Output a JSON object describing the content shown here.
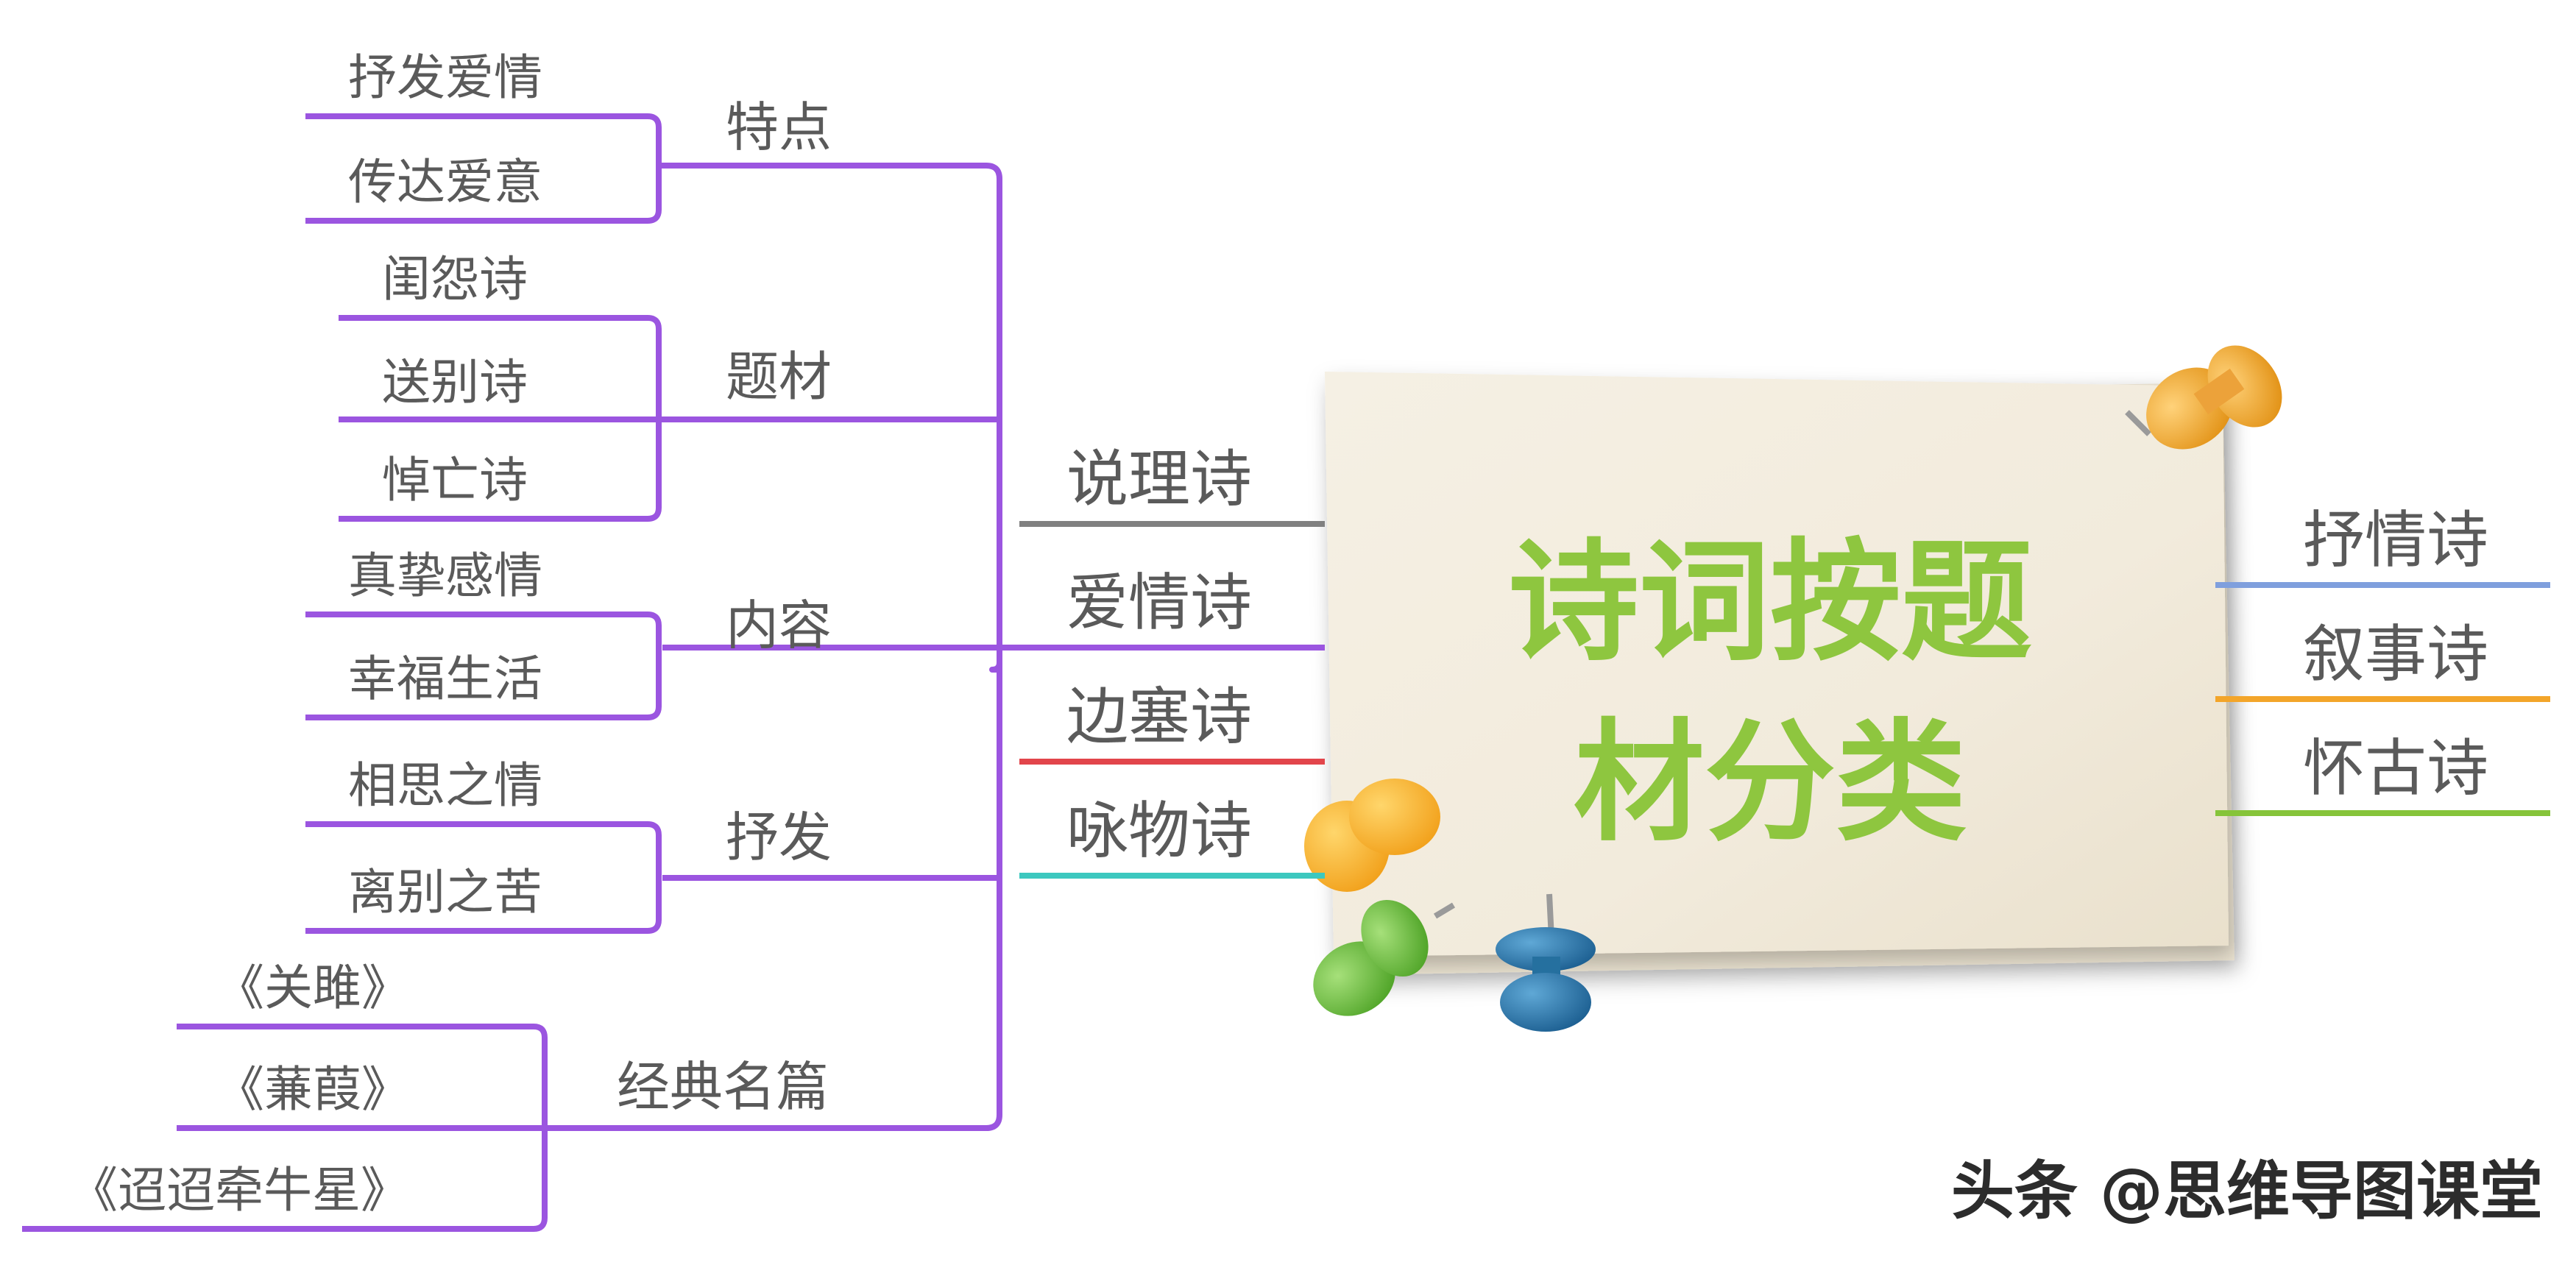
{
  "center": {
    "title_line1": "诗词按题",
    "title_line2": "材分类"
  },
  "left_branches": [
    {
      "label": "说理诗",
      "color": "#808080"
    },
    {
      "label": "爱情诗",
      "color": "#9b55e0"
    },
    {
      "label": "边塞诗",
      "color": "#e2454b"
    },
    {
      "label": "咏物诗",
      "color": "#3cc8bf"
    }
  ],
  "right_branches": [
    {
      "label": "抒情诗",
      "color": "#7f9fdd"
    },
    {
      "label": "叙事诗",
      "color": "#f3a52a"
    },
    {
      "label": "怀古诗",
      "color": "#86c43a"
    }
  ],
  "love_poem_subtopics": [
    {
      "label": "特点",
      "children": [
        "抒发爱情",
        "传达爱意"
      ]
    },
    {
      "label": "题材",
      "children": [
        "闺怨诗",
        "送别诗",
        "悼亡诗"
      ]
    },
    {
      "label": "内容",
      "children": [
        "真挚感情",
        "幸福生活"
      ]
    },
    {
      "label": "抒发",
      "children": [
        "相思之情",
        "离别之苦"
      ]
    },
    {
      "label": "经典名篇",
      "children": [
        "《关雎》",
        "《蒹葭》",
        "《迢迢牵牛星》"
      ]
    }
  ],
  "watermark": "头条 @思维导图课堂",
  "icons": [
    "pushpin-orange-icon",
    "pushpin-yellow-icon",
    "pushpin-green-icon",
    "pushpin-blue-icon"
  ]
}
